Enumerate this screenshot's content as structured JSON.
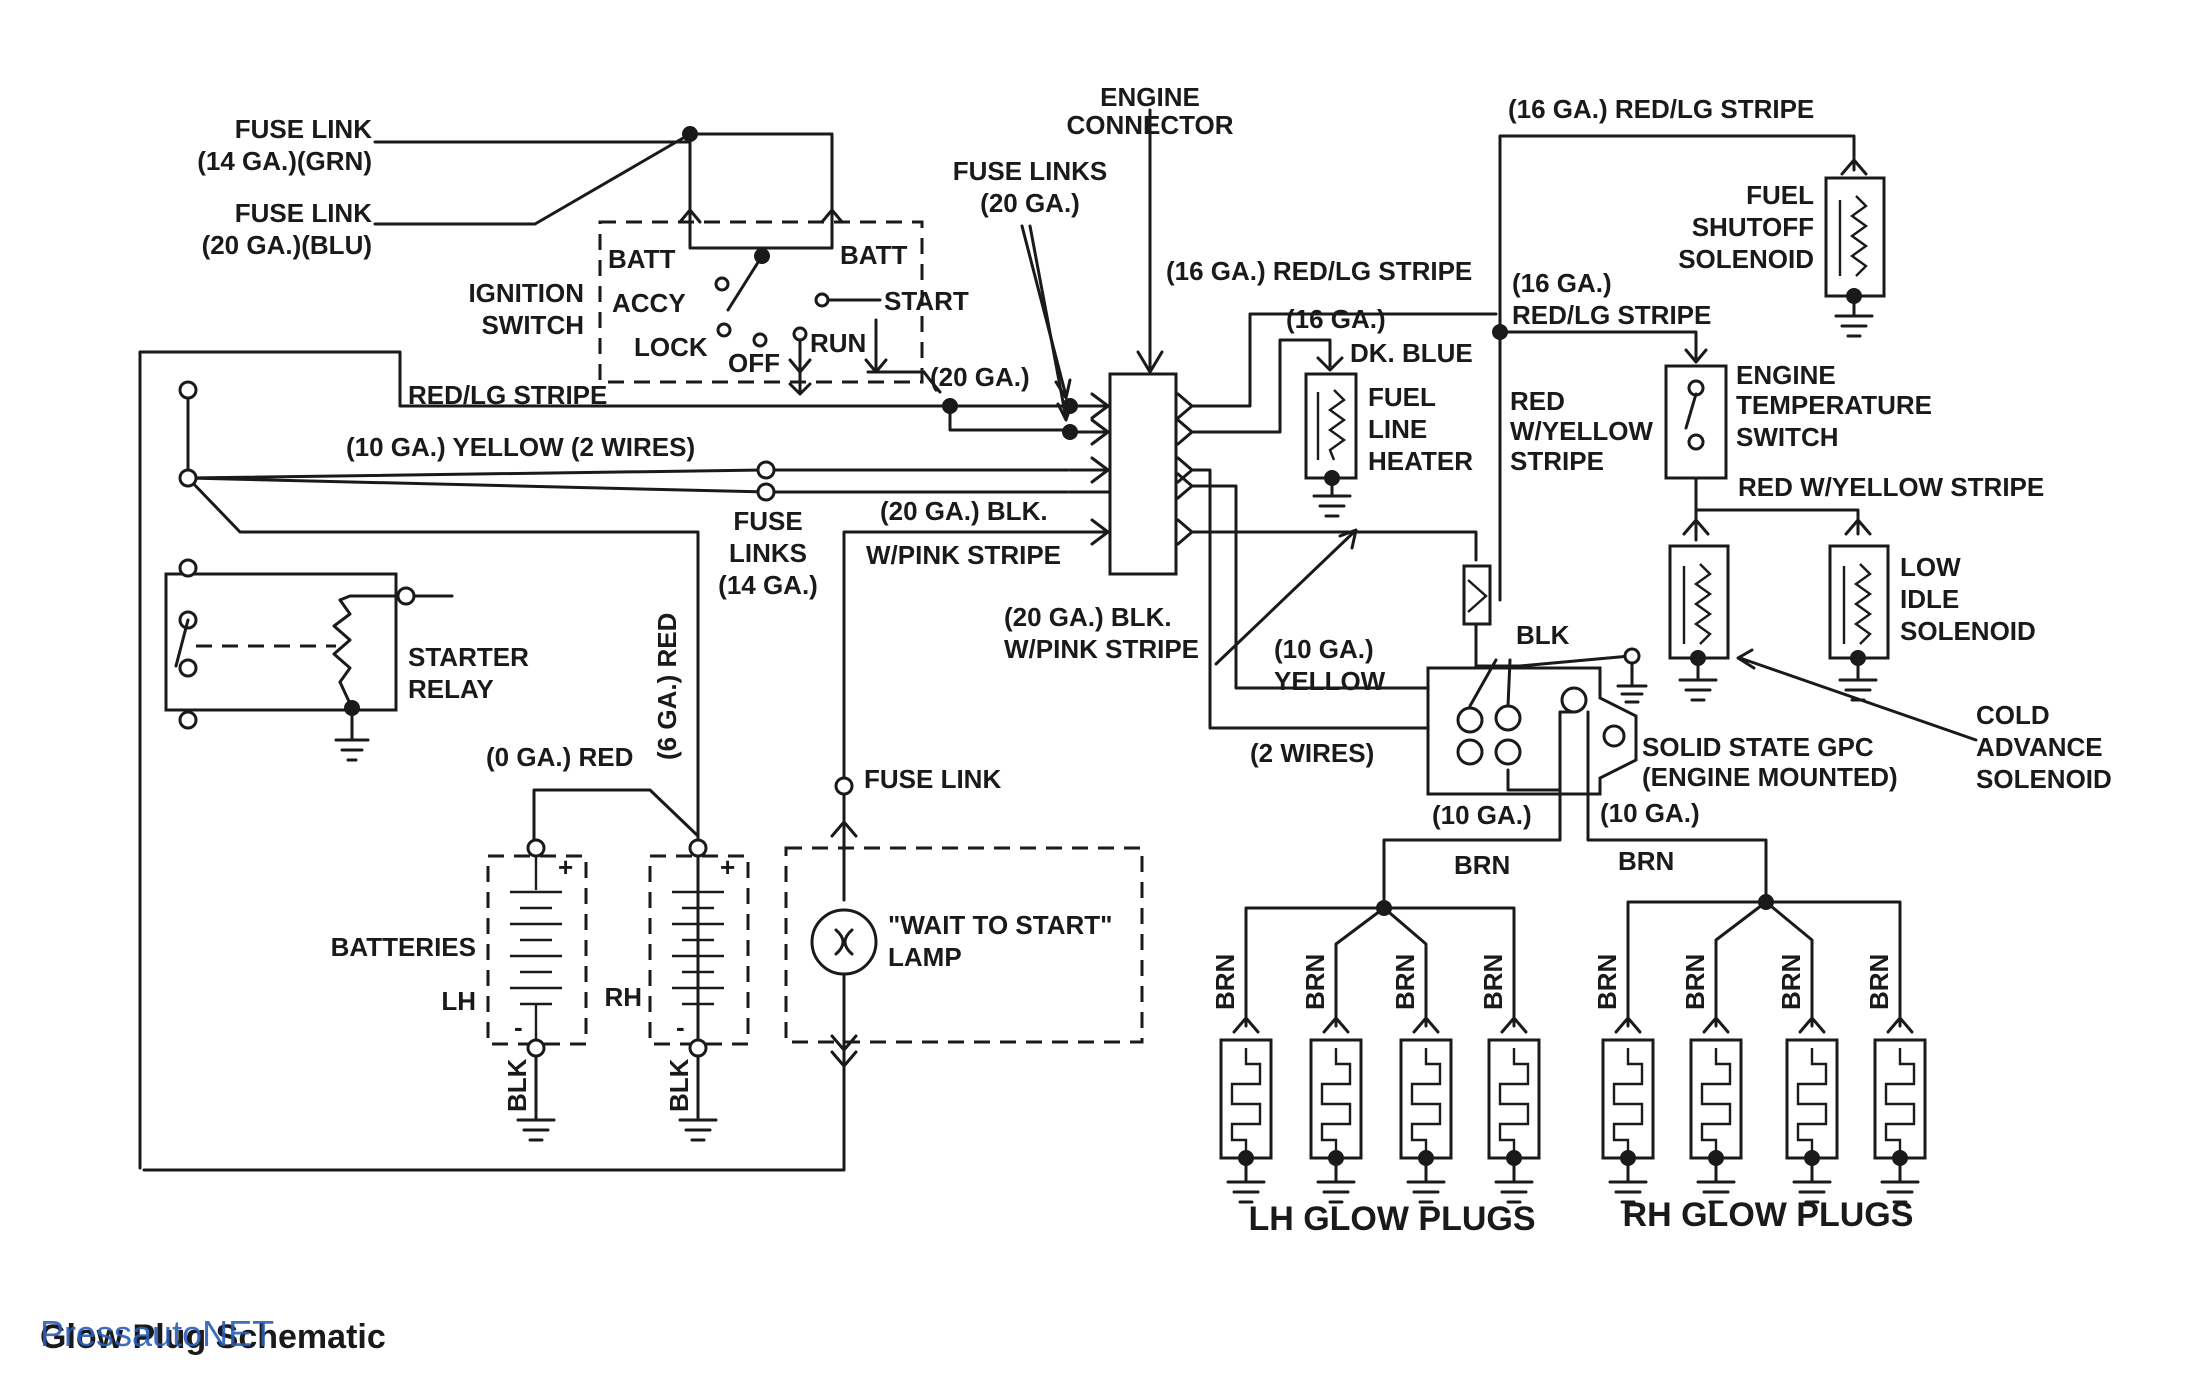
{
  "labels": {
    "fuse_link_grn_1": "FUSE LINK",
    "fuse_link_grn_2": "(14 GA.)(GRN)",
    "fuse_link_blu_1": "FUSE LINK",
    "fuse_link_blu_2": "(20 GA.)(BLU)",
    "ignition_1": "IGNITION",
    "ignition_2": "SWITCH",
    "batt_l": "BATT",
    "batt_r": "BATT",
    "accy": "ACCY",
    "lock": "LOCK",
    "off": "OFF",
    "run": "RUN",
    "start": "START",
    "fuse_links_20_1": "FUSE LINKS",
    "fuse_links_20_2": "(20 GA.)",
    "engine_conn_1": "ENGINE",
    "engine_conn_2": "CONNECTOR",
    "red_lg_stripe": "RED/LG STRIPE",
    "ga20": "(20 GA.)",
    "yellow_2wires": "(10 GA.) YELLOW (2 WIRES)",
    "fuse_links_14_1": "FUSE",
    "fuse_links_14_2": "LINKS",
    "fuse_links_14_3": "(14 GA.)",
    "blk_pink_1": "(20 GA.) BLK.",
    "blk_pink_2": "W/PINK STRIPE",
    "starter_relay_1": "STARTER",
    "starter_relay_2": "RELAY",
    "red_0ga": "(0 GA.) RED",
    "red_6ga": "(6 GA.) RED",
    "batteries": "BATTERIES",
    "lh": "LH",
    "rh": "RH",
    "blk_lh": "BLK",
    "blk_rh": "BLK",
    "plus_l": "+",
    "plus_r": "+",
    "minus_l": "-",
    "minus_r": "-",
    "fuse_link_lamp": "FUSE LINK",
    "lamp_1": "\"WAIT TO START\"",
    "lamp_2": "LAMP",
    "top_red_lg": "(16 GA.) RED/LG STRIPE",
    "mid_red_lg": "(16 GA.) RED/LG STRIPE",
    "fuel_shutoff_1": "FUEL",
    "fuel_shutoff_2": "SHUTOFF",
    "fuel_shutoff_3": "SOLENOID",
    "ga16_red_lg_1": "(16 GA.)",
    "ga16_red_lg_2": "RED/LG STRIPE",
    "ga16_blue_1": "(16 GA.)",
    "ga16_blue_2": "DK. BLUE",
    "fuel_heater_1": "FUEL",
    "fuel_heater_2": "LINE",
    "fuel_heater_3": "HEATER",
    "red_yellow_1": "RED",
    "red_yellow_2": "W/YELLOW",
    "red_yellow_3": "STRIPE",
    "eng_temp_1": "ENGINE",
    "eng_temp_2": "TEMPERATURE",
    "eng_temp_3": "SWITCH",
    "red_yellow_stripe": "RED W/YELLOW STRIPE",
    "low_idle_1": "LOW",
    "low_idle_2": "IDLE",
    "low_idle_3": "SOLENOID",
    "cold_adv_1": "COLD",
    "cold_adv_2": "ADVANCE",
    "cold_adv_3": "SOLENOID",
    "blk_pink2_1": "(20 GA.) BLK.",
    "blk_pink2_2": "W/PINK STRIPE",
    "blk": "BLK",
    "yellow10_1": "(10 GA.)",
    "yellow10_2": "YELLOW",
    "two_wires": "(2 WIRES)",
    "gpc_1": "SOLID STATE GPC",
    "gpc_2": "(ENGINE MOUNTED)",
    "ga10_l": "(10 GA.)",
    "ga10_r": "(10 GA.)",
    "brn_l": "BRN",
    "brn_r": "BRN",
    "brn_plug": "BRN",
    "lh_glow": "LH GLOW PLUGS",
    "rh_glow": "RH GLOW PLUGS",
    "caption": "Glow Plug Schematic",
    "watermark": "PressautoNET"
  }
}
